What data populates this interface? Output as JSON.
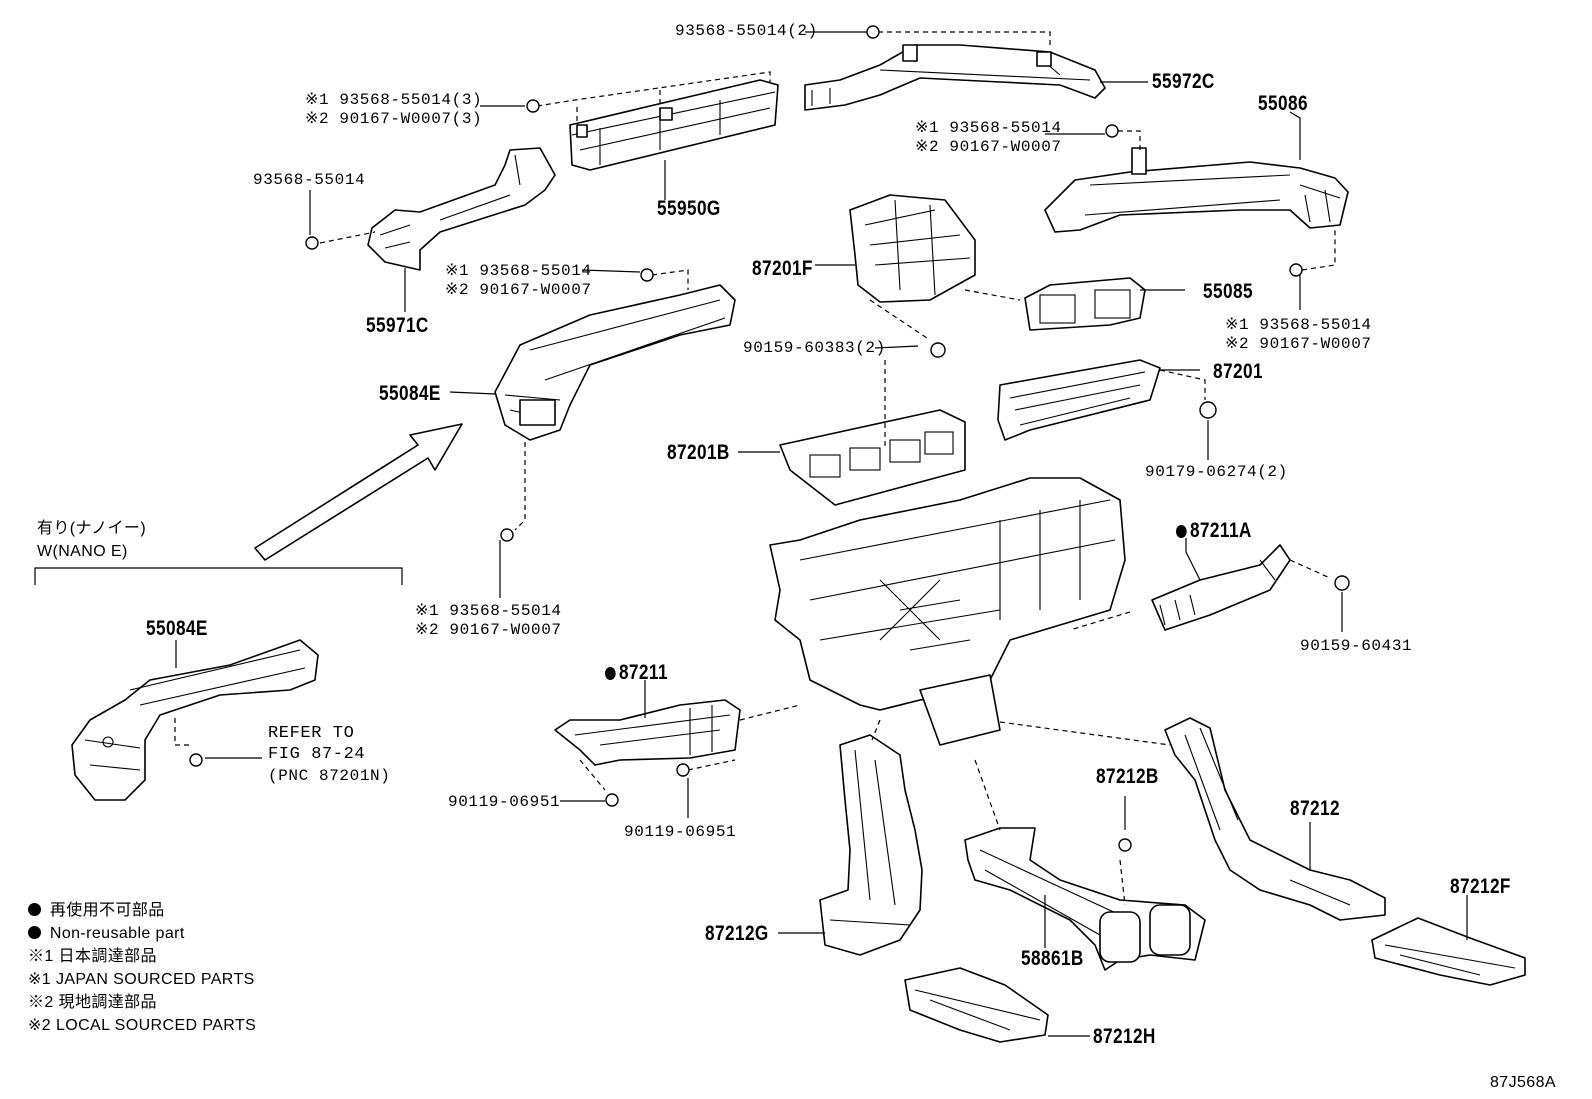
{
  "parts": {
    "p55972C": "55972C",
    "p55086": "55086",
    "p55950G": "55950G",
    "p55971C": "55971C",
    "p87201F": "87201F",
    "p55085": "55085",
    "p87201": "87201",
    "p55084E_main": "55084E",
    "p87201B": "87201B",
    "p87211A": "87211A",
    "p87211": "87211",
    "p55084E_alt": "55084E",
    "p87212B": "87212B",
    "p87212": "87212",
    "p87212F": "87212F",
    "p87212G": "87212G",
    "p58861B": "58861B",
    "p87212H": "87212H"
  },
  "fasteners": {
    "f_top": "93568-55014(2)",
    "f_55950G_1": "※1 93568-55014(3)",
    "f_55950G_2": "※2 90167-W0007(3)",
    "f_55971C": "93568-55014",
    "f_55086_1": "※1 93568-55014",
    "f_55086_2": "※2 90167-W0007",
    "f_55084E_top_1": "※1 93568-55014",
    "f_55084E_top_2": "※2 90167-W0007",
    "f_55086_lo_1": "※1 93568-55014",
    "f_55086_lo_2": "※2 90167-W0007",
    "f_60383": "90159-60383(2)",
    "f_06274": "90179-06274(2)",
    "f_55084E_bot_1": "※1 93568-55014",
    "f_55084E_bot_2": "※2 90167-W0007",
    "f_60431": "90159-60431",
    "f_06951_a": "90119-06951",
    "f_06951_b": "90119-06951"
  },
  "variant": {
    "title_jp": "有り(ナノイー)",
    "title_en": "W(NANO E)",
    "refer_1": "REFER TO",
    "refer_2": "FIG 87-24",
    "refer_3": "(PNC 87201N)"
  },
  "legend": {
    "nonreusable_jp": "再使用不可部品",
    "nonreusable_en": "Non-reusable part",
    "jp1": "※1 日本調達部品",
    "en1": "※1 JAPAN SOURCED PARTS",
    "jp2": "※2 現地調達部品",
    "en2": "※2 LOCAL SOURCED PARTS"
  },
  "figure_id": "87J568A"
}
